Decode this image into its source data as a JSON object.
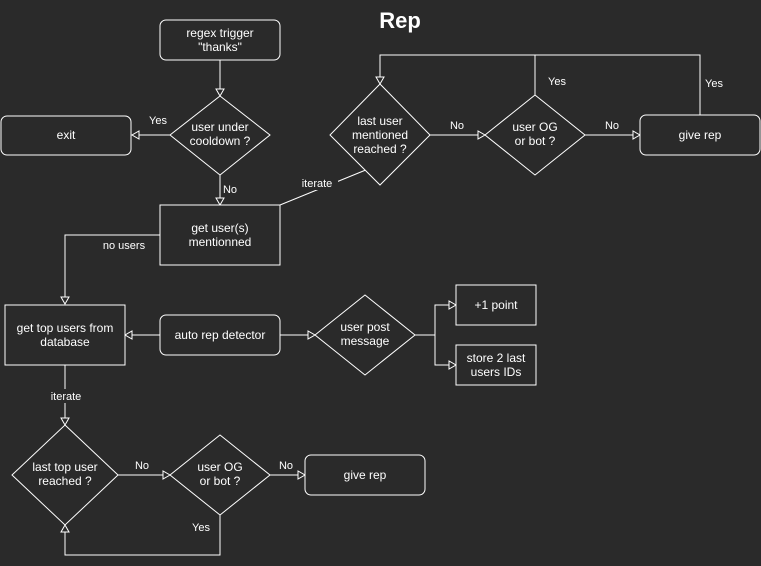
{
  "title": "Rep",
  "nodes": {
    "trigger": [
      "regex trigger",
      "\"thanks\""
    ],
    "cooldown": [
      "user under",
      "cooldown ?"
    ],
    "exit": [
      "exit"
    ],
    "get_users": [
      "get user(s)",
      "mentionned"
    ],
    "last_user": [
      "last user",
      "mentioned",
      "reached ?"
    ],
    "og_bot_top": [
      "user OG",
      "or bot ?"
    ],
    "give_rep_top": [
      "give rep"
    ],
    "get_top_users": [
      "get top users from",
      "database"
    ],
    "auto_rep": [
      "auto rep detector"
    ],
    "user_post": [
      "user post",
      "message"
    ],
    "plus_one": [
      "+1 point"
    ],
    "store_ids": [
      "store 2 last",
      "users IDs"
    ],
    "last_top_user": [
      "last top user",
      "reached ?"
    ],
    "og_bot_bottom": [
      "user OG",
      "or bot ?"
    ],
    "give_rep_bottom": [
      "give rep"
    ]
  },
  "edge_labels": {
    "cooldown_yes": "Yes",
    "cooldown_no": "No",
    "iterate_top": "iterate",
    "no_users": "no users",
    "last_user_no": "No",
    "og_top_yes": "Yes",
    "og_top_no": "No",
    "give_rep_yes": "Yes",
    "iterate_bottom": "iterate",
    "last_top_no": "No",
    "og_bottom_no": "No",
    "og_bottom_yes": "Yes"
  }
}
